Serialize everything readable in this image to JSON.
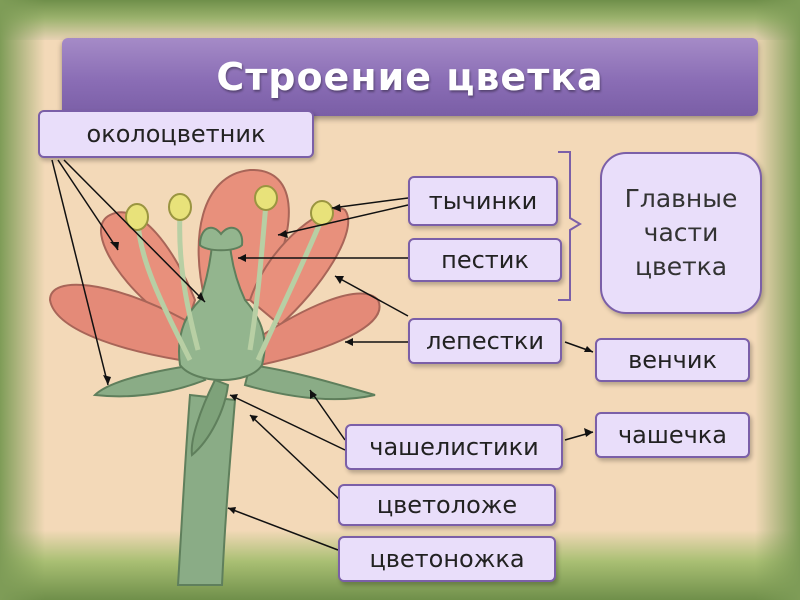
{
  "title": "Строение цветка",
  "labels": {
    "perianth": "околоцветник",
    "stamens": "тычинки",
    "pistil": "пестик",
    "petals": "лепестки",
    "sepals": "чашелистики",
    "receptacle": "цветоложе",
    "pedicel": "цветоножка",
    "corolla": "венчик",
    "calyx": "чашечка",
    "main_parts": "Главные части цветка"
  },
  "colors": {
    "box_fill": "#e9defa",
    "box_border": "#7b5fa8",
    "title_bar": "#8a6db5",
    "petal": "#e8907c",
    "stem": "#8aac86",
    "anther": "#e8e27a"
  }
}
